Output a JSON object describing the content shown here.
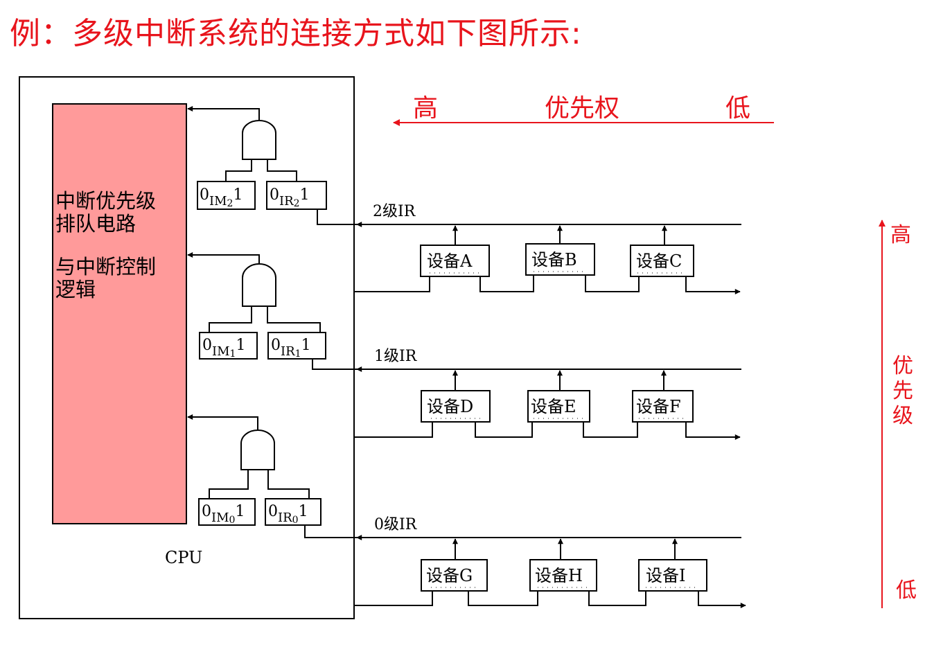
{
  "title": "例：多级中断系统的连接方式如下图所示:",
  "colors": {
    "accent": "#e8141c",
    "queue_fill": "#ff9a9a",
    "line": "#000000"
  },
  "cpu": {
    "label": "CPU",
    "queue_block": {
      "line1": "中断优先级",
      "line2": "排队电路",
      "line3": "与中断控制",
      "line4": "逻辑"
    }
  },
  "priority_top": {
    "high": "高",
    "middle": "优先权",
    "low": "低"
  },
  "priority_side": {
    "high": "高",
    "middle_1": "优",
    "middle_2": "先",
    "middle_3": "级",
    "low": "低"
  },
  "register_bits": {
    "zero": "0",
    "one": "1"
  },
  "levels": [
    {
      "bus_label": "2级IR",
      "mask": {
        "name": "IM",
        "sub": "2"
      },
      "request": {
        "name": "IR",
        "sub": "2"
      },
      "devices": [
        "设备A",
        "设备B",
        "设备C"
      ]
    },
    {
      "bus_label": "1级IR",
      "mask": {
        "name": "IM",
        "sub": "1"
      },
      "request": {
        "name": "IR",
        "sub": "1"
      },
      "devices": [
        "设备D",
        "设备E",
        "设备F"
      ]
    },
    {
      "bus_label": "0级IR",
      "mask": {
        "name": "IM",
        "sub": "0"
      },
      "request": {
        "name": "IR",
        "sub": "0"
      },
      "devices": [
        "设备G",
        "设备H",
        "设备I"
      ]
    }
  ]
}
